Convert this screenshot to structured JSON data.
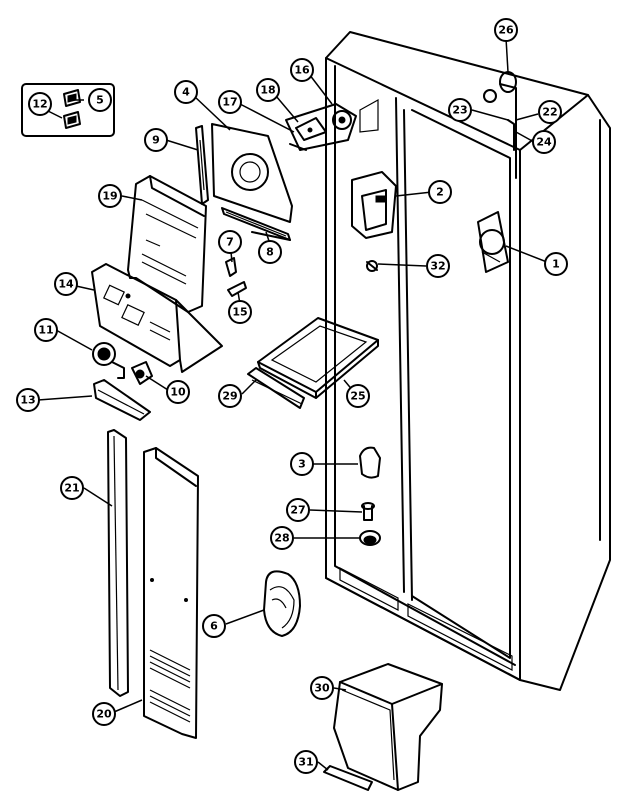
{
  "diagram": {
    "callouts": [
      {
        "id": "c1",
        "label": "1"
      },
      {
        "id": "c2",
        "label": "2"
      },
      {
        "id": "c3",
        "label": "3"
      },
      {
        "id": "c4",
        "label": "4"
      },
      {
        "id": "c5",
        "label": "5"
      },
      {
        "id": "c6",
        "label": "6"
      },
      {
        "id": "c7",
        "label": "7"
      },
      {
        "id": "c8",
        "label": "8"
      },
      {
        "id": "c9",
        "label": "9"
      },
      {
        "id": "c10",
        "label": "10"
      },
      {
        "id": "c11",
        "label": "11"
      },
      {
        "id": "c12",
        "label": "12"
      },
      {
        "id": "c13",
        "label": "13"
      },
      {
        "id": "c14",
        "label": "14"
      },
      {
        "id": "c15",
        "label": "15"
      },
      {
        "id": "c16",
        "label": "16"
      },
      {
        "id": "c17",
        "label": "17"
      },
      {
        "id": "c18",
        "label": "18"
      },
      {
        "id": "c19",
        "label": "19"
      },
      {
        "id": "c20",
        "label": "20"
      },
      {
        "id": "c21",
        "label": "21"
      },
      {
        "id": "c22",
        "label": "22"
      },
      {
        "id": "c23",
        "label": "23"
      },
      {
        "id": "c24",
        "label": "24"
      },
      {
        "id": "c25",
        "label": "25"
      },
      {
        "id": "c26",
        "label": "26"
      },
      {
        "id": "c27",
        "label": "27"
      },
      {
        "id": "c28",
        "label": "28"
      },
      {
        "id": "c29",
        "label": "29"
      },
      {
        "id": "c30",
        "label": "30"
      },
      {
        "id": "c31",
        "label": "31"
      },
      {
        "id": "c32",
        "label": "32"
      }
    ]
  }
}
